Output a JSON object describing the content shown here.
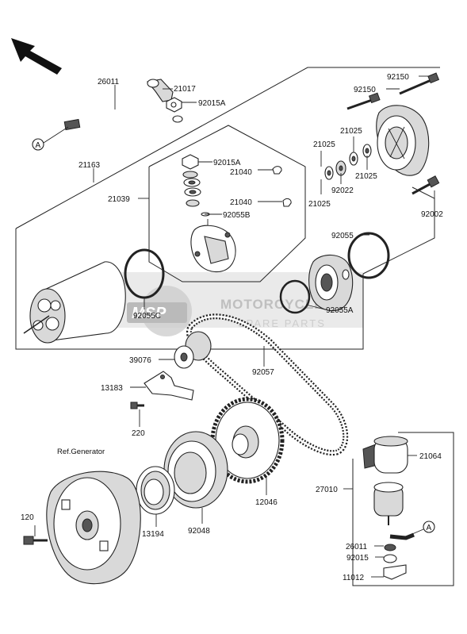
{
  "ref_label": "Ref.Generator",
  "callouts": {
    "connector_a": "A"
  },
  "watermark": {
    "badge": "MSP",
    "brand": "MOTORCYCLE",
    "tagline": "SPARE PARTS"
  },
  "parts": {
    "p26011_top": "26011",
    "p21017": "21017",
    "p92015A_top": "92015A",
    "p21163": "21163",
    "p92015A_mid": "92015A",
    "p21040_a": "21040",
    "p21039": "21039",
    "p21040_b": "21040",
    "p92055B": "92055B",
    "p92150_top": "92150",
    "p92150_mid": "92150",
    "p21025_a": "21025",
    "p21025_b": "21025",
    "p21025_c": "21025",
    "p92022": "92022",
    "p21025_d": "21025",
    "p92002": "92002",
    "p92055": "92055",
    "p92055C": "92055C",
    "p92055A": "92055A",
    "p39076": "39076",
    "p92057": "92057",
    "p13183": "13183",
    "p220": "220",
    "p120": "120",
    "p13194": "13194",
    "p92048": "92048",
    "p12046": "12046",
    "p21064": "21064",
    "p27010": "27010",
    "p26011_bot": "26011",
    "p92015": "92015",
    "p11012": "11012"
  }
}
